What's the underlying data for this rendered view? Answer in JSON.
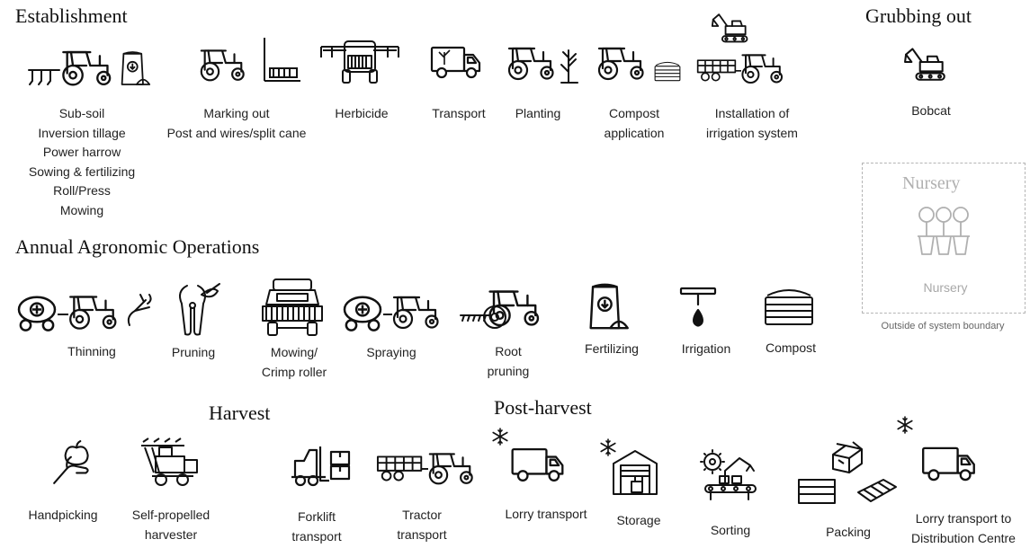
{
  "sections": {
    "establishment": "Establishment",
    "grubbing": "Grubbing out",
    "annual": "Annual Agronomic Operations",
    "harvest": "Harvest",
    "postharvest": "Post-harvest"
  },
  "establishment": {
    "subsoil": [
      "Sub-soil",
      "Inversion tillage",
      "Power harrow",
      "Sowing & fertilizing",
      "Roll/Press",
      "Mowing"
    ],
    "marking": [
      "Marking out",
      "Post and wires/split cane"
    ],
    "herbicide": "Herbicide",
    "transport": "Transport",
    "planting": "Planting",
    "compost": [
      "Compost",
      "application"
    ],
    "irrigation": [
      "Installation of",
      "irrigation system"
    ]
  },
  "grubbing": {
    "bobcat": "Bobcat"
  },
  "nursery": {
    "title": "Nursery",
    "label": "Nursery",
    "caption": "Outside of system boundary"
  },
  "annual": {
    "thinning": "Thinning",
    "pruning": "Pruning",
    "mowing": [
      "Mowing/",
      "Crimp roller"
    ],
    "spraying": "Spraying",
    "root": [
      "Root",
      "pruning"
    ],
    "fertilizing": "Fertilizing",
    "irrigation": "Irrigation",
    "compost": "Compost"
  },
  "harvest": {
    "handpicking": "Handpicking",
    "selfprop": [
      "Self-propelled",
      "harvester"
    ],
    "forklift": [
      "Forklift",
      "transport"
    ],
    "tractor": [
      "Tractor",
      "transport"
    ]
  },
  "postharvest": {
    "lorry": "Lorry transport",
    "storage": "Storage",
    "sorting": "Sorting",
    "packing": "Packing",
    "lorry_dc": [
      "Lorry transport to",
      "Distribution Centre"
    ]
  }
}
